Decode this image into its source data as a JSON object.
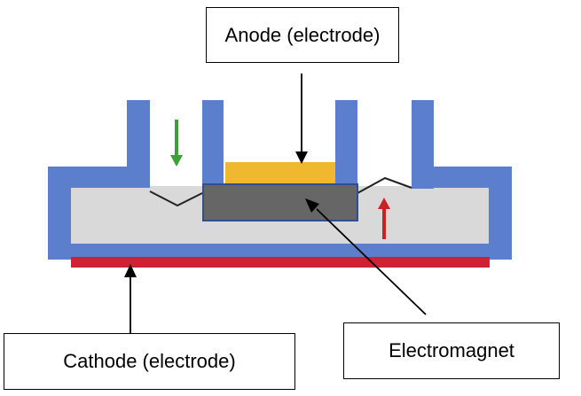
{
  "labels": {
    "anode": "Anode (electrode)",
    "cathode": "Cathode (electrode)",
    "electromagnet": "Electromagnet"
  },
  "colors": {
    "housing": "#5b7fcc",
    "electrolyte": "#d9d9d9",
    "anode": "#f0b82f",
    "electromagnet": "#666666",
    "cathode": "#cc2233",
    "flow_in": "#3aa13a",
    "flow_out": "#cc2222"
  },
  "icons": {
    "flow_in": "arrow-down-icon",
    "flow_out": "arrow-up-icon"
  }
}
